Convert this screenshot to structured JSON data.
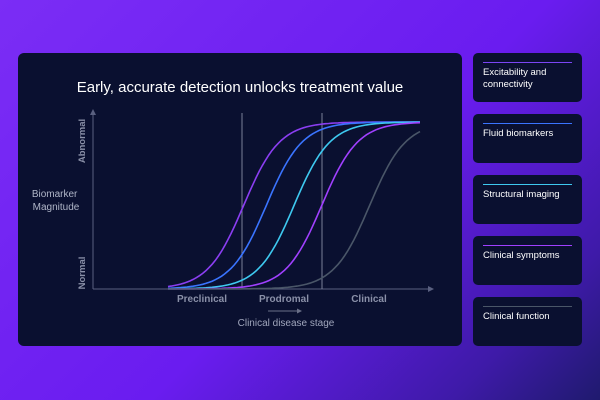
{
  "chart_data": {
    "type": "line",
    "title": "Early, accurate detection unlocks treatment value",
    "ylabel": "Biomarker Magnitude",
    "xlabel": "Clinical disease stage",
    "y_ticks": [
      "Normal",
      "Abnormal"
    ],
    "x_categories": [
      "Preclinical",
      "Prodromal",
      "Clinical"
    ],
    "series": [
      {
        "name": "Excitability and connectivity",
        "color": "#8b3ef2",
        "midpoint": 0.3
      },
      {
        "name": "Fluid biomarkers",
        "color": "#3a74ff",
        "midpoint": 0.39
      },
      {
        "name": "Structural imaging",
        "color": "#3ec9f0",
        "midpoint": 0.5
      },
      {
        "name": "Clinical symptoms",
        "color": "#a040ff",
        "midpoint": 0.61
      },
      {
        "name": "Clinical function",
        "color": "#4a5668",
        "midpoint": 0.8
      }
    ]
  },
  "legend": [
    {
      "label": "Excitability and connectivity",
      "line_color": "#7b45f5"
    },
    {
      "label": "Fluid biomarkers",
      "line_color": "#3a74ff"
    },
    {
      "label": "Structural imaging",
      "line_color": "#3ec9f0"
    },
    {
      "label": "Clinical symptoms",
      "line_color": "#a040ff"
    },
    {
      "label": "Clinical function",
      "line_color": "#4a5668"
    }
  ]
}
